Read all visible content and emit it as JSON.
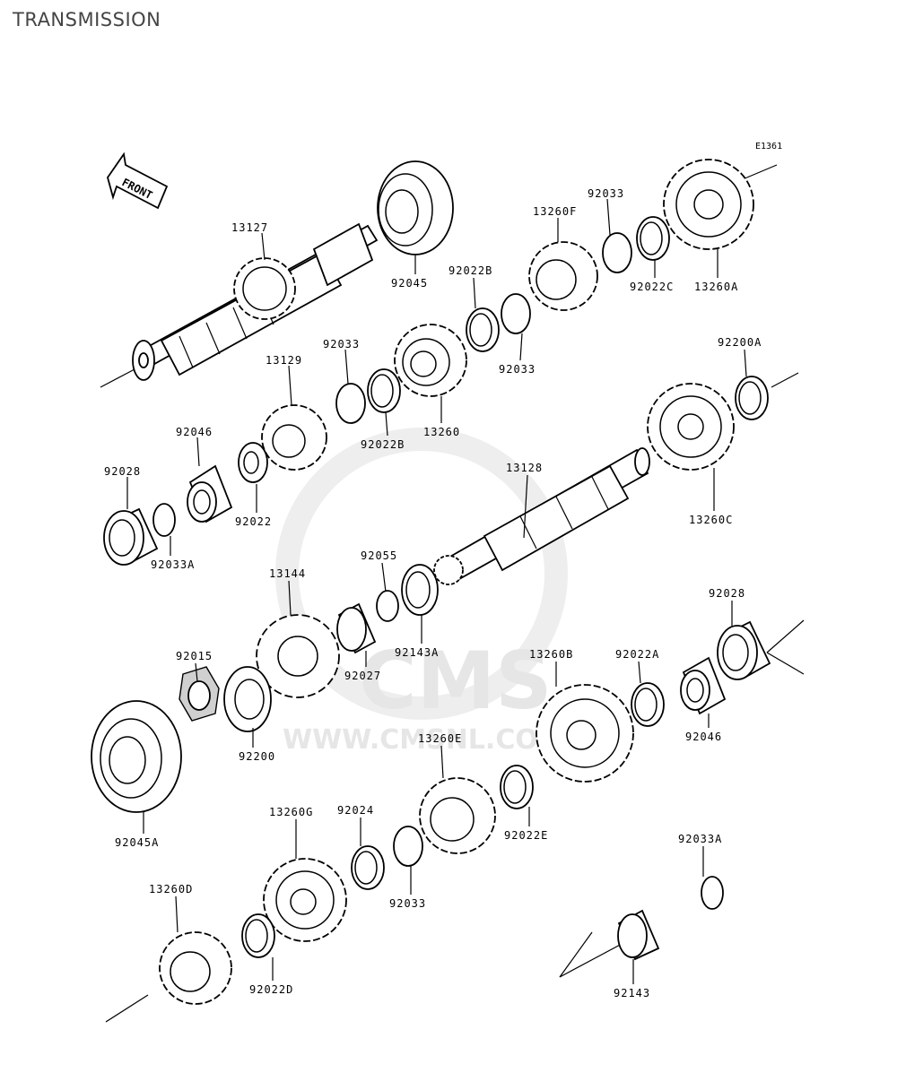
{
  "title": "TRANSMISSION",
  "diagram_code": "E1361",
  "front_label": "FRONT",
  "watermark": {
    "brand": "CMS",
    "url": "WWW.CMSNL.COM"
  },
  "parts": [
    {
      "id": "p13127",
      "label": "13127"
    },
    {
      "id": "p92045",
      "label": "92045"
    },
    {
      "id": "p13260F",
      "label": "13260F"
    },
    {
      "id": "p92033a",
      "label": "92033"
    },
    {
      "id": "p92022C",
      "label": "92022C"
    },
    {
      "id": "p13260A",
      "label": "13260A"
    },
    {
      "id": "p92022B_top",
      "label": "92022B"
    },
    {
      "id": "p92033b",
      "label": "92033"
    },
    {
      "id": "p92033c",
      "label": "92033"
    },
    {
      "id": "p13129",
      "label": "13129"
    },
    {
      "id": "p92022B",
      "label": "92022B"
    },
    {
      "id": "p13260",
      "label": "13260"
    },
    {
      "id": "p92200A",
      "label": "92200A"
    },
    {
      "id": "p92046a",
      "label": "92046"
    },
    {
      "id": "p92028a",
      "label": "92028"
    },
    {
      "id": "p92022",
      "label": "92022"
    },
    {
      "id": "p92033A_left",
      "label": "92033A"
    },
    {
      "id": "p13128",
      "label": "13128"
    },
    {
      "id": "p13260C",
      "label": "13260C"
    },
    {
      "id": "p92055",
      "label": "92055"
    },
    {
      "id": "p13144",
      "label": "13144"
    },
    {
      "id": "p92143A",
      "label": "92143A"
    },
    {
      "id": "p92027",
      "label": "92027"
    },
    {
      "id": "p92015",
      "label": "92015"
    },
    {
      "id": "p92028b",
      "label": "92028"
    },
    {
      "id": "p13260B",
      "label": "13260B"
    },
    {
      "id": "p92022A",
      "label": "92022A"
    },
    {
      "id": "p92046b",
      "label": "92046"
    },
    {
      "id": "p92200",
      "label": "92200"
    },
    {
      "id": "p13260E",
      "label": "13260E"
    },
    {
      "id": "p92022E",
      "label": "92022E"
    },
    {
      "id": "p92045A",
      "label": "92045A"
    },
    {
      "id": "p13260G",
      "label": "13260G"
    },
    {
      "id": "p92024",
      "label": "92024"
    },
    {
      "id": "p92033d",
      "label": "92033"
    },
    {
      "id": "p92033A_right",
      "label": "92033A"
    },
    {
      "id": "p13260D",
      "label": "13260D"
    },
    {
      "id": "p92022D",
      "label": "92022D"
    },
    {
      "id": "p92143",
      "label": "92143"
    }
  ]
}
